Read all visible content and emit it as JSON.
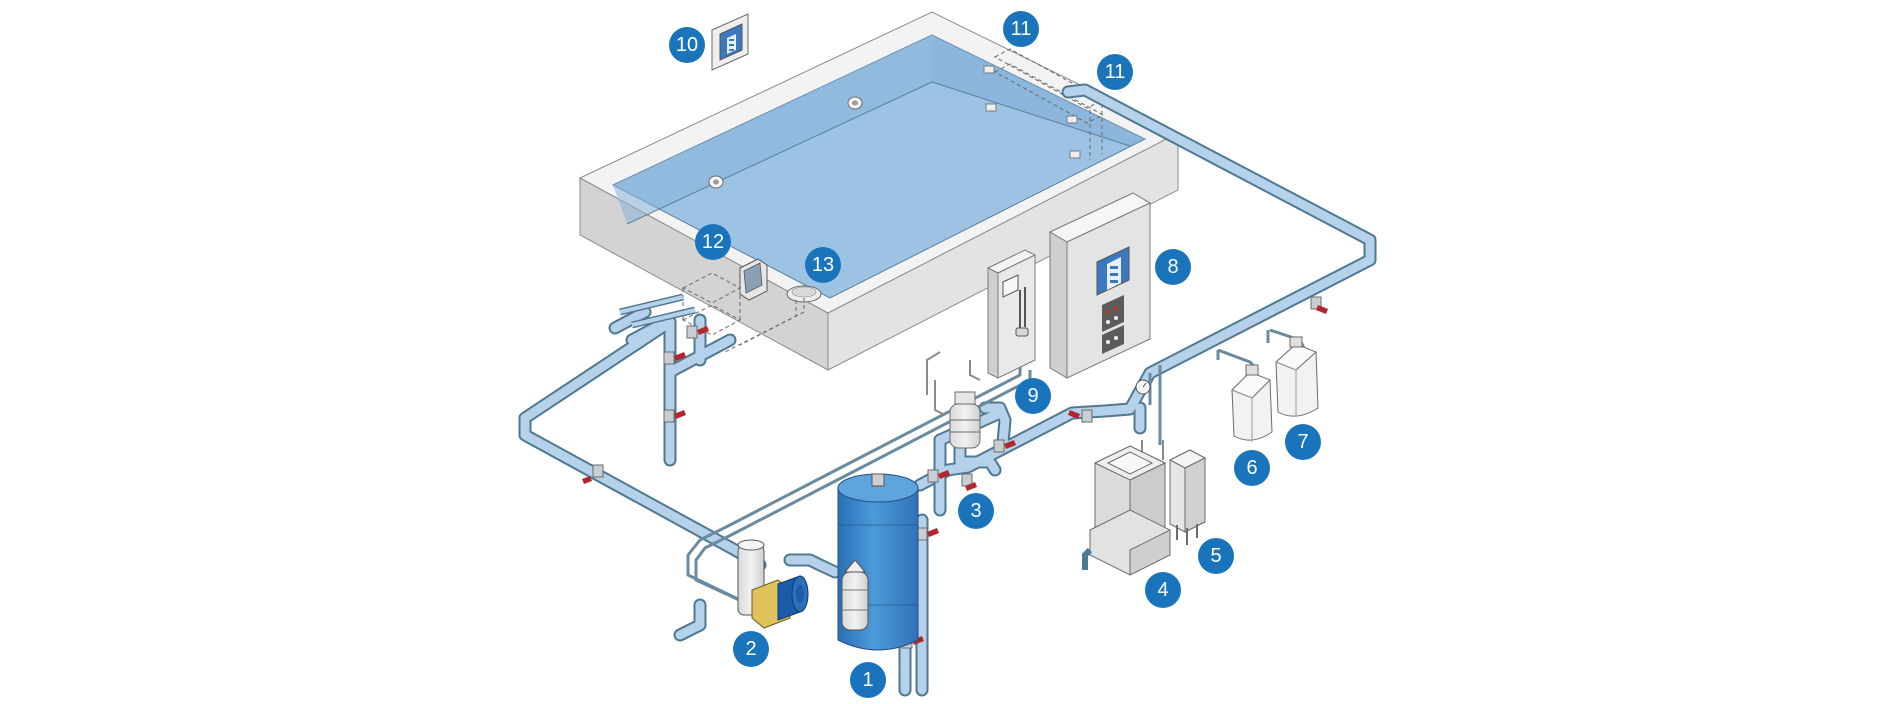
{
  "colors": {
    "marker": "#1a74bb",
    "water": "#99c0e2",
    "pipe_fill": "#b5d2ea",
    "pipe_outline": "#4f7891",
    "concrete_top": "#f4f4f4",
    "concrete_side": "#dcdcdc",
    "concrete_front": "#cfcfcf",
    "filter_blue": "#3d88cf",
    "valve_red": "#b3262e",
    "pump_blue": "#1a5ca8",
    "pump_yellow": "#e0c25a"
  },
  "markers": {
    "m1": "1",
    "m2": "2",
    "m3": "3",
    "m4": "4",
    "m5": "5",
    "m6": "6",
    "m7": "7",
    "m8": "8",
    "m9": "9",
    "m10": "10",
    "m11a": "11",
    "m11b": "11",
    "m12": "12",
    "m13": "13"
  }
}
